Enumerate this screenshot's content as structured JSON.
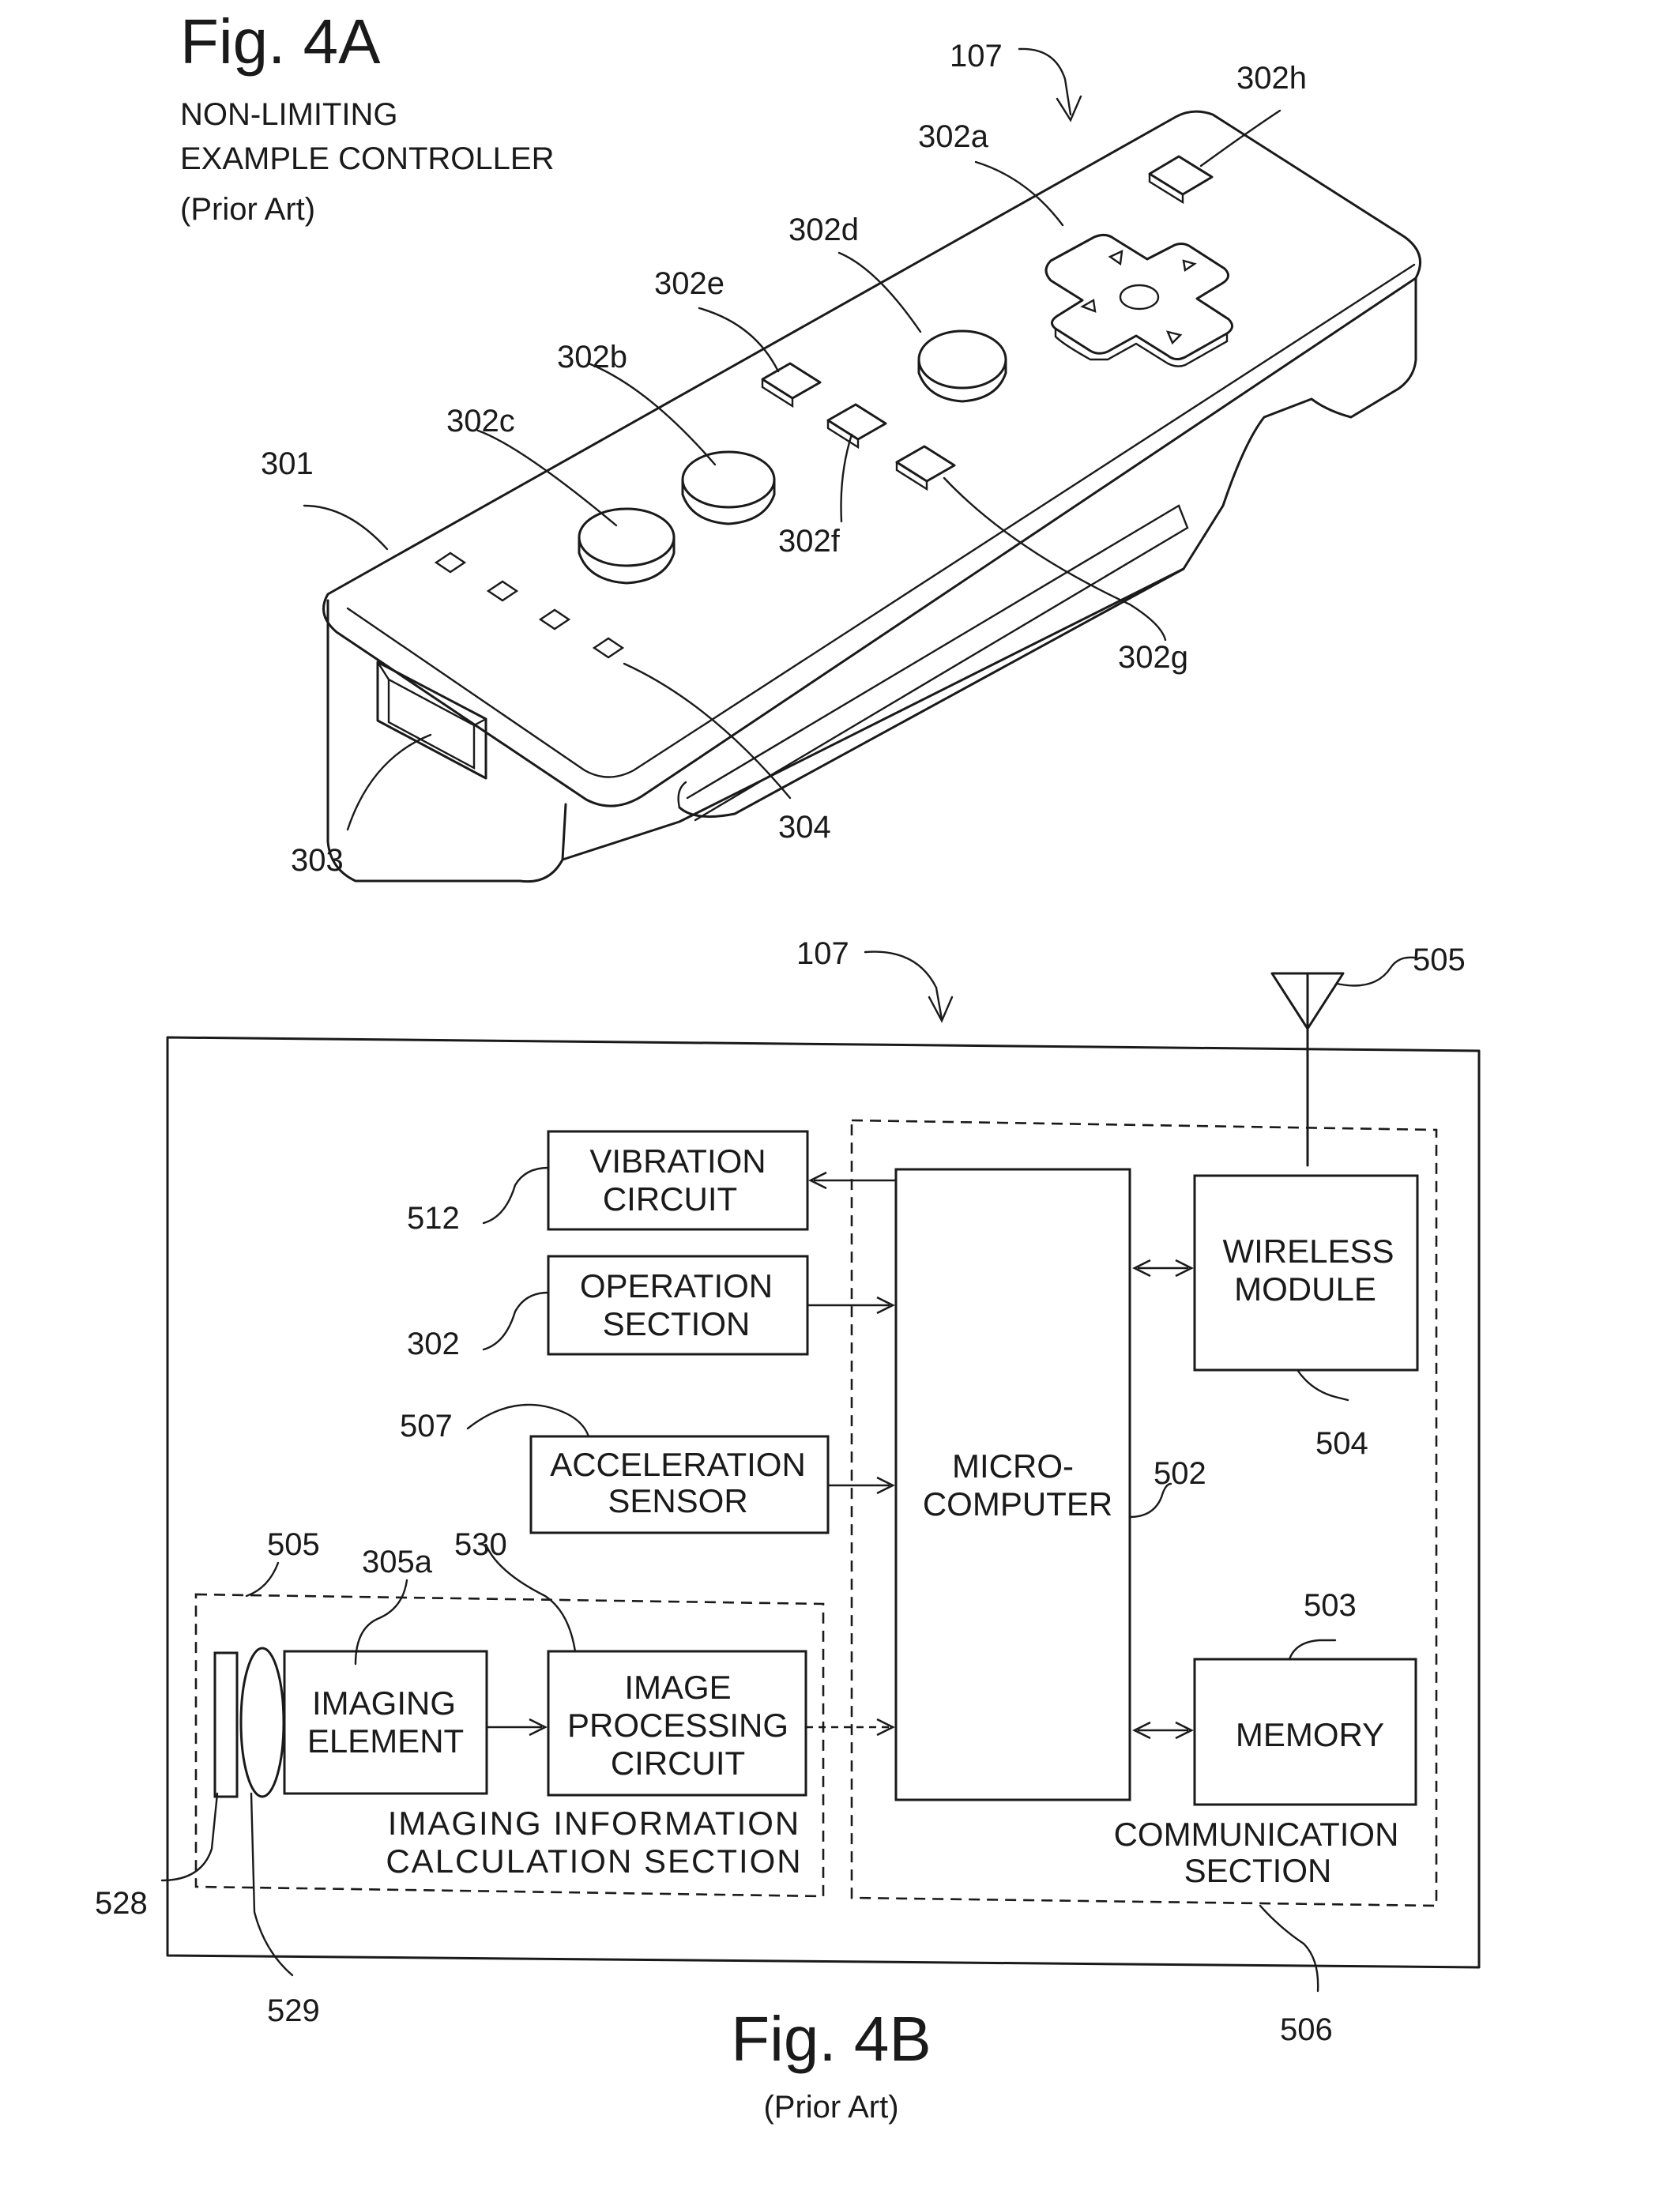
{
  "fig4a": {
    "title": "Fig. 4A",
    "caption_line1": "NON-LIMITING",
    "caption_line2": "EXAMPLE CONTROLLER",
    "caption_line3": "(Prior Art)",
    "refs": {
      "r107": "107",
      "r302h": "302h",
      "r302a": "302a",
      "r302d": "302d",
      "r302e": "302e",
      "r302b": "302b",
      "r302c": "302c",
      "r301": "301",
      "r302f": "302f",
      "r302g": "302g",
      "r304": "304",
      "r303": "303"
    }
  },
  "fig4b": {
    "title": "Fig. 4B",
    "subtitle": "(Prior Art)",
    "refs": {
      "r107": "107",
      "r505_antenna": "505",
      "r512": "512",
      "r302": "302",
      "r507": "507",
      "r505": "505",
      "r305a": "305a",
      "r530": "530",
      "r502": "502",
      "r504": "504",
      "r503": "503",
      "r528": "528",
      "r529": "529",
      "r506": "506"
    },
    "blocks": {
      "vibration": [
        "VIBRATION",
        "CIRCUIT"
      ],
      "operation": [
        "OPERATION",
        "SECTION"
      ],
      "acceleration": [
        "ACCELERATION",
        "SENSOR"
      ],
      "imaging_element": [
        "IMAGING",
        "ELEMENT"
      ],
      "image_processing": [
        "IMAGE",
        "PROCESSING",
        "CIRCUIT"
      ],
      "microcomputer": [
        "MICRO-",
        "COMPUTER"
      ],
      "wireless": [
        "WIRELESS",
        "MODULE"
      ],
      "memory": [
        "MEMORY"
      ]
    },
    "sections": {
      "imaging_info": [
        "IMAGING INFORMATION",
        "CALCULATION SECTION"
      ],
      "communication": [
        "COMMUNICATION",
        "SECTION"
      ]
    }
  }
}
